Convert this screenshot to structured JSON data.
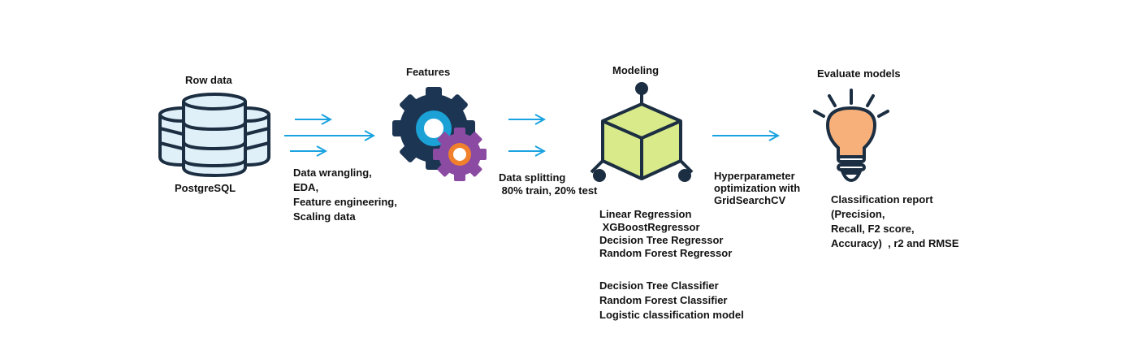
{
  "colors": {
    "arrow": "#1aa3e0",
    "outline": "#1c2e42",
    "db_fill": "#dff0f8",
    "gear_navy": "#1c3553",
    "gear_cyan": "#1ba1d6",
    "gear_purple": "#8b4ba3",
    "gear_orange": "#f0802c",
    "cube_fill": "#d8ea8a",
    "bulb_fill": "#f7b07a"
  },
  "stages": {
    "row_data": {
      "label": "Row data",
      "caption": "PostgreSQL",
      "icon": "database-icon"
    },
    "features": {
      "label": "Features",
      "icon": "gears-icon"
    },
    "modeling": {
      "label": "Modeling",
      "icon": "cube-network-icon"
    },
    "evaluate": {
      "label": "Evaluate models",
      "icon": "lightbulb-icon"
    }
  },
  "steps": {
    "preprocess": [
      "Data wrangling,",
      "EDA,",
      "Feature engineering,",
      "Scaling data"
    ],
    "split": [
      "Data splitting",
      " 80% train, 20% test"
    ],
    "tuning": [
      "Hyperparameter",
      "optimization with",
      "GridSearchCV"
    ]
  },
  "models": {
    "regressors": [
      "Linear Regression",
      " XGBoostRegressor",
      "Decision Tree Regressor",
      "Random Forest Regressor"
    ],
    "classifiers": [
      "Decision Tree Classifier",
      "Random Forest Classifier",
      "Logistic classification model"
    ]
  },
  "metrics": [
    "Classification report",
    "(Precision,",
    "Recall, F2 score,",
    "Accuracy)  , r2 and RMSE"
  ]
}
